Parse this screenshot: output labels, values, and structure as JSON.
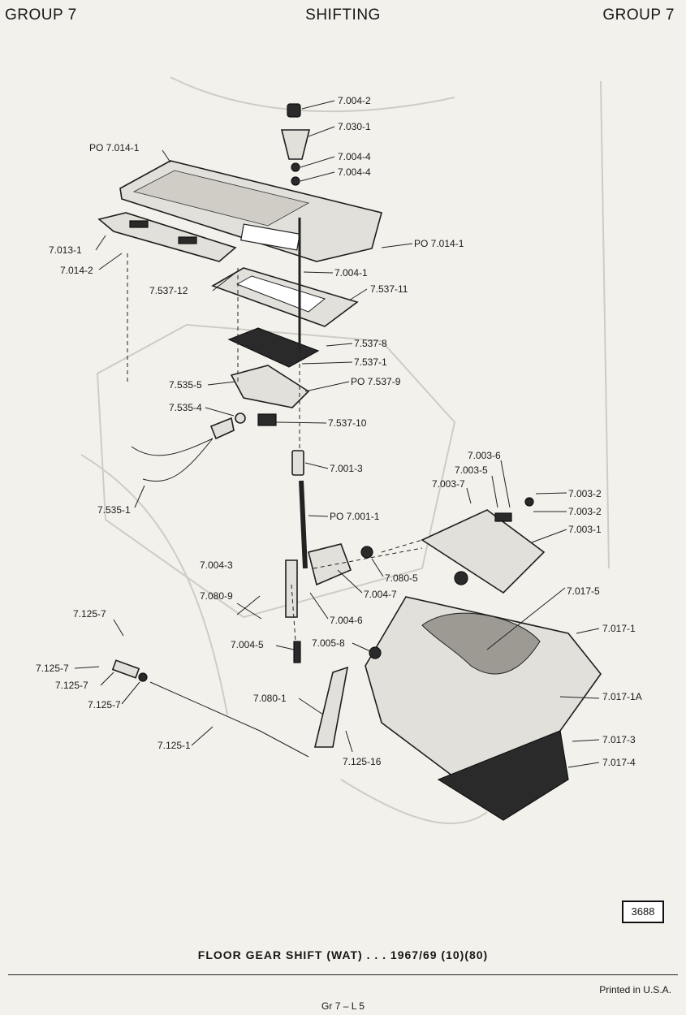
{
  "header": {
    "left": "GROUP 7",
    "center": "SHIFTING",
    "right": "GROUP 7"
  },
  "labels": {
    "l1": "7.004-2",
    "l2": "7.030-1",
    "l3": "PO 7.014-1",
    "l4": "7.004-4",
    "l5": "7.004-4",
    "l6": "7.013-1",
    "l7": "7.014-2",
    "l8": "PO 7.014-1",
    "l9": "7.004-1",
    "l10": "7.537-12",
    "l11": "7.537-11",
    "l12": "7.537-8",
    "l13": "7.537-1",
    "l14": "7.535-5",
    "l15": "PO 7.537-9",
    "l16": "7.535-4",
    "l17": "7.537-10",
    "l18": "7.001-3",
    "l19": "7.535-1",
    "l20": "PO 7.001-1",
    "l21": "7.003-6",
    "l22": "7.003-5",
    "l23": "7.003-7",
    "l24": "7.003-2",
    "l25": "7.003-2",
    "l26": "7.003-1",
    "l27": "7.004-3",
    "l28": "7.080-5",
    "l29": "7.080-9",
    "l30": "7.004-7",
    "l31": "7.017-5",
    "l32": "7.125-7",
    "l33": "7.004-6",
    "l34": "7.017-1",
    "l35": "7.004-5",
    "l36": "7.005-8",
    "l37": "7.125-7",
    "l38": "7.125-7",
    "l39": "7.125-7",
    "l40": "7.017-1A",
    "l41": "7.080-1",
    "l42": "7.017-3",
    "l43": "7.125-1",
    "l44": "7.125-16",
    "l45": "7.017-4"
  },
  "figure_number": "3688",
  "caption": "FLOOR GEAR SHIFT (WAT) . . . 1967/69 (10)(80)",
  "footer": {
    "printed": "Printed in U.S.A.",
    "page": "Gr 7 – L 5"
  }
}
